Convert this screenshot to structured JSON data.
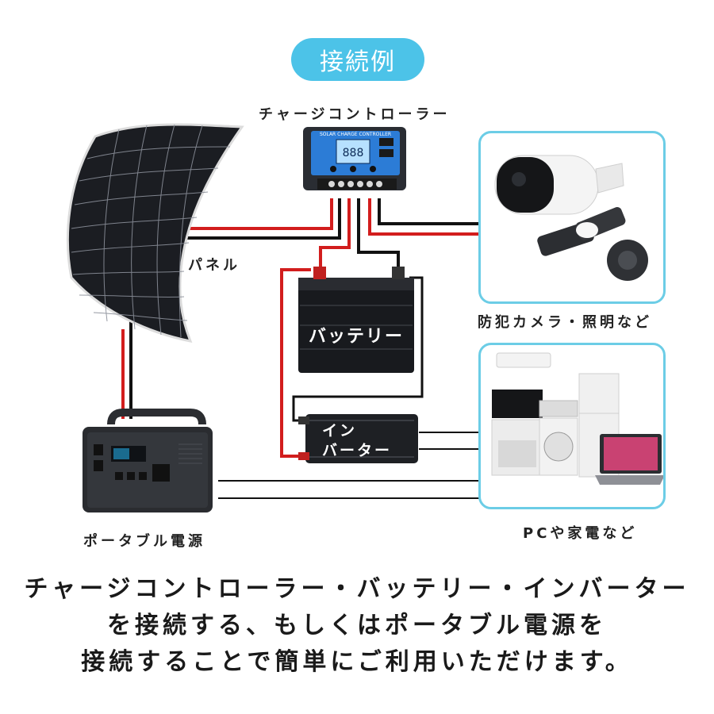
{
  "title": "接続例",
  "labels": {
    "controller": "チャージコントローラー",
    "panel": "パネル",
    "battery": "バッテリー",
    "inverter_line1": "イン",
    "inverter_line2": "バーター",
    "portable_power": "ポータブル電源",
    "cameras": "防犯カメラ・照明など",
    "appliances": "PCや家電など"
  },
  "controller_screen": {
    "brand": "SOLAR CHARGE CONTROLLER",
    "display": "888"
  },
  "caption": {
    "line1": "チャージコントローラー・バッテリー・インバーター",
    "line2": "を接続する、もしくはポータブル電源を",
    "line3": "接続することで簡単にご利用いただけます。"
  },
  "colors": {
    "accent": "#4cc3e8",
    "box_border": "#6ccde6",
    "positive_wire": "#d21d1d",
    "negative_wire": "#111111"
  }
}
